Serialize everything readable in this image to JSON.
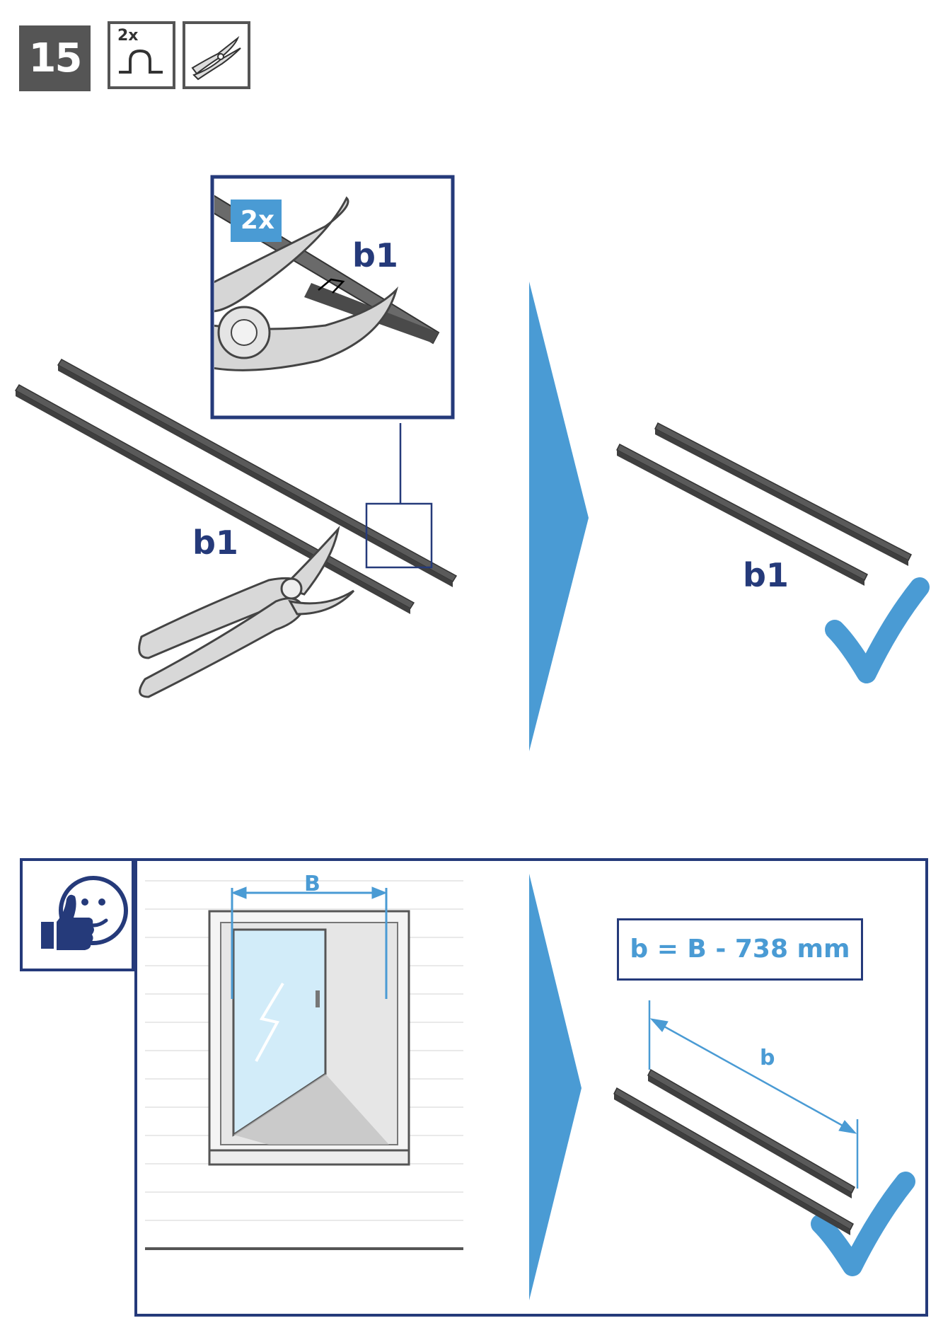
{
  "header": {
    "step_number": "15",
    "quantity_icon_label": "2x",
    "icons": [
      "profile-strip-icon",
      "pliers-icon"
    ]
  },
  "top_section": {
    "detail_quantity": "2x",
    "detail_label": "b1",
    "part_label_left": "b1",
    "part_label_right": "b1"
  },
  "bottom_section": {
    "window_width_label": "B",
    "formula": "b = B - 738 mm",
    "strip_length_label": "b"
  },
  "colors": {
    "accent_blue": "#4a9bd4",
    "navy": "#253a7a",
    "strip_grey": "#5a5a5a",
    "header_grey": "#555555"
  }
}
